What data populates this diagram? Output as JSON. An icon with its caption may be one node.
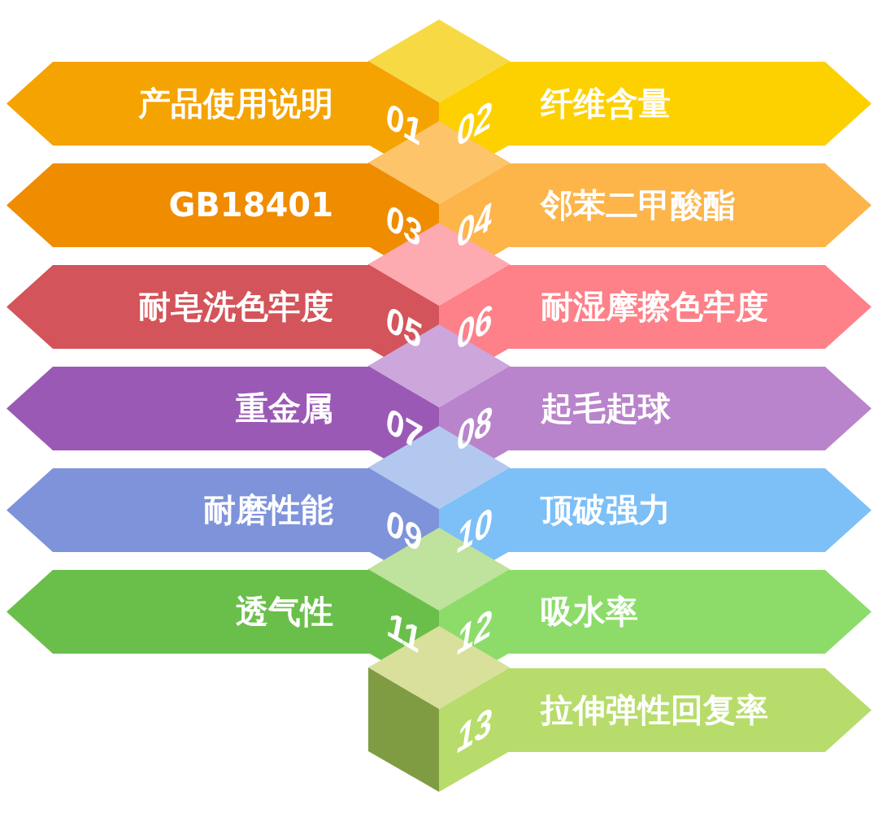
{
  "diagram": {
    "nodes": [
      {
        "text": [
          "产品使用说明"
        ],
        "beside": [
          "01"
        ]
      },
      {
        "text": [
          "纤维含量"
        ],
        "beside": [
          "02"
        ]
      },
      {
        "text": [
          "GB18401"
        ],
        "beside": [
          "03"
        ]
      },
      {
        "text": [
          "邻苯二甲酸酯"
        ],
        "beside": [
          "04"
        ]
      },
      {
        "text": [
          "耐皂洗色牢度"
        ],
        "beside": [
          "05"
        ]
      },
      {
        "text": [
          "耐湿摩擦色牢度"
        ],
        "beside": [
          "06"
        ]
      },
      {
        "text": [
          "重金属"
        ],
        "beside": [
          "07"
        ]
      },
      {
        "text": [
          "起毛起球"
        ],
        "beside": [
          "08"
        ]
      },
      {
        "text": [
          "耐磨性能"
        ],
        "beside": [
          "09"
        ]
      },
      {
        "text": [
          "顶破强力"
        ],
        "beside": [
          "10"
        ]
      },
      {
        "text": [
          "透气性"
        ],
        "beside": [
          "11"
        ]
      },
      {
        "text": [
          "吸水率"
        ],
        "beside": [
          "12"
        ]
      },
      {
        "text": [
          "拉伸弹性回复率"
        ],
        "beside": [
          "13"
        ]
      }
    ]
  }
}
